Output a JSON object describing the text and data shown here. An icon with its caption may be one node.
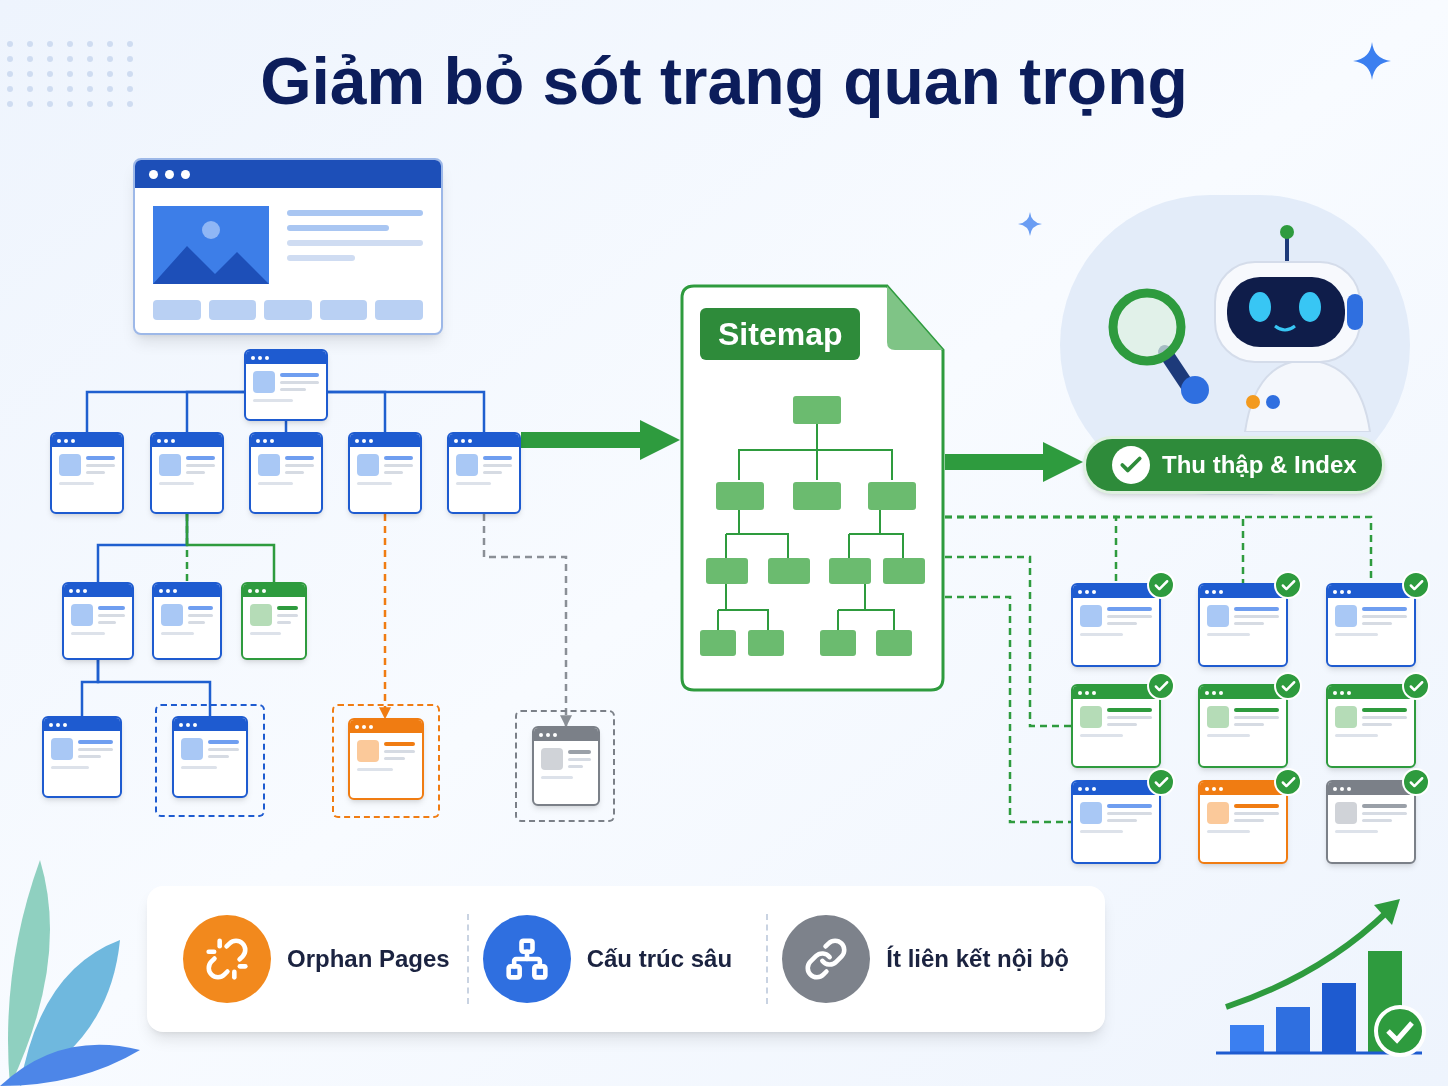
{
  "diagram": {
    "title": "Giảm bỏ sót trang quan trọng",
    "nodes": [
      {
        "text": [],
        "shape": "picture"
      },
      {
        "text": [],
        "shape": "box"
      },
      {
        "text": [],
        "shape": "box"
      },
      {
        "text": [],
        "shape": "box"
      },
      {
        "text": [],
        "shape": "box"
      },
      {
        "text": [],
        "shape": "box"
      },
      {
        "text": [],
        "shape": "box"
      },
      {
        "text": [],
        "shape": "box"
      },
      {
        "text": [],
        "shape": "box"
      },
      {
        "text": [],
        "shape": "box"
      },
      {
        "text": [],
        "shape": "box"
      },
      {
        "text": [],
        "shape": "box"
      },
      {
        "text": [],
        "shape": "box"
      },
      {
        "text": [],
        "shape": "box"
      },
      {
        "text": [
          "Sitemap"
        ]
      },
      {
        "text": [],
        "shape": "picture"
      },
      {
        "text": [
          "Thu thập & Index"
        ]
      },
      {
        "text": [],
        "shape": "box"
      },
      {
        "text": [],
        "shape": "box"
      },
      {
        "text": [],
        "shape": "box"
      },
      {
        "text": [],
        "shape": "box"
      },
      {
        "text": [],
        "shape": "box"
      },
      {
        "text": [],
        "shape": "box"
      },
      {
        "text": [],
        "shape": "box"
      },
      {
        "text": [],
        "shape": "box"
      },
      {
        "text": [],
        "shape": "box"
      }
    ],
    "edges": [
      {
        "from": 1,
        "to": 2,
        "arrow": "none",
        "color": "#1f5fcf"
      },
      {
        "from": 1,
        "to": 3,
        "arrow": "none",
        "color": "#1f5fcf"
      },
      {
        "from": 1,
        "to": 4,
        "arrow": "none",
        "color": "#1f5fcf"
      },
      {
        "from": 1,
        "to": 5,
        "arrow": "none",
        "color": "#1f5fcf"
      },
      {
        "from": 1,
        "to": 6,
        "arrow": "none",
        "color": "#1f5fcf"
      },
      {
        "from": 3,
        "to": 7,
        "arrow": "none",
        "color": "#1f5fcf"
      },
      {
        "from": 3,
        "to": 8,
        "arrow": "none",
        "style": "dashed",
        "color": "#2e9b3e"
      },
      {
        "from": 3,
        "to": 9,
        "arrow": "none",
        "color": "#2e9b3e"
      },
      {
        "from": 7,
        "to": 10,
        "arrow": "none",
        "color": "#1f5fcf"
      },
      {
        "from": 7,
        "to": 11,
        "arrow": "none",
        "color": "#1f5fcf"
      },
      {
        "from": 5,
        "to": 12,
        "arrow": "to",
        "style": "dashed",
        "color": "#f07c12"
      },
      {
        "from": 6,
        "to": 13,
        "arrow": "to",
        "style": "dashed",
        "color": "#8a8f96"
      },
      {
        "from": 6,
        "to": 14,
        "arrow": "to",
        "style": "thick",
        "color": "#2e9b3e"
      },
      {
        "from": 14,
        "to": 16,
        "arrow": "to",
        "style": "thick",
        "color": "#2e9b3e"
      },
      {
        "from": 14,
        "to": 17,
        "arrow": "none",
        "style": "dashed",
        "color": "#2e9b3e"
      },
      {
        "from": 14,
        "to": 18,
        "arrow": "none",
        "style": "dashed",
        "color": "#2e9b3e"
      },
      {
        "from": 14,
        "to": 19,
        "arrow": "none",
        "style": "dashed",
        "color": "#2e9b3e"
      },
      {
        "from": 14,
        "to": 20,
        "arrow": "none",
        "style": "dashed",
        "color": "#2e9b3e"
      },
      {
        "from": 14,
        "to": 23,
        "arrow": "none",
        "style": "dashed",
        "color": "#2e9b3e"
      }
    ],
    "labels": [
      "Orphan Pages",
      "Cấu trúc sâu",
      "Ít liên kết nội bộ"
    ]
  }
}
